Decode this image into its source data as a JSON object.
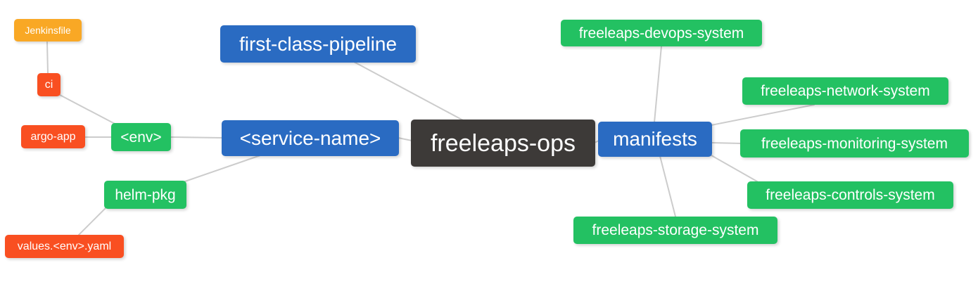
{
  "diagram": {
    "type": "mindmap",
    "root": "freeleaps-ops",
    "background": "#ffffff",
    "edge_color": "#cccccc"
  },
  "colors": {
    "root_dark": "#3d3a38",
    "branch_blue": "#2a6bc2",
    "leaf_green": "#23c162",
    "leaf_red": "#f94f21",
    "leaf_amber": "#f9a825",
    "text": "#ffffff"
  },
  "nodes": {
    "freeleaps_ops": {
      "label": "freeleaps-ops",
      "color": "#3d3a38"
    },
    "first_class_pipeline": {
      "label": "first-class-pipeline",
      "color": "#2a6bc2"
    },
    "service_name": {
      "label": "<service-name>",
      "color": "#2a6bc2"
    },
    "manifests": {
      "label": "manifests",
      "color": "#2a6bc2"
    },
    "env": {
      "label": "<env>",
      "color": "#23c162"
    },
    "helm_pkg": {
      "label": "helm-pkg",
      "color": "#23c162"
    },
    "ci": {
      "label": "ci",
      "color": "#f94f21"
    },
    "argo_app": {
      "label": "argo-app",
      "color": "#f94f21"
    },
    "jenkinsfile": {
      "label": "Jenkinsfile",
      "color": "#f9a825"
    },
    "values_env_yaml": {
      "label": "values.<env>.yaml",
      "color": "#f94f21"
    },
    "devops_system": {
      "label": "freeleaps-devops-system",
      "color": "#23c162"
    },
    "network_system": {
      "label": "freeleaps-network-system",
      "color": "#23c162"
    },
    "monitoring_system": {
      "label": "freeleaps-monitoring-system",
      "color": "#23c162"
    },
    "controls_system": {
      "label": "freeleaps-controls-system",
      "color": "#23c162"
    },
    "storage_system": {
      "label": "freeleaps-storage-system",
      "color": "#23c162"
    }
  },
  "edges": [
    {
      "from": "freeleaps_ops",
      "to": "first_class_pipeline"
    },
    {
      "from": "freeleaps_ops",
      "to": "service_name"
    },
    {
      "from": "freeleaps_ops",
      "to": "manifests"
    },
    {
      "from": "service_name",
      "to": "env"
    },
    {
      "from": "service_name",
      "to": "helm_pkg"
    },
    {
      "from": "env",
      "to": "ci"
    },
    {
      "from": "env",
      "to": "argo_app"
    },
    {
      "from": "ci",
      "to": "jenkinsfile"
    },
    {
      "from": "helm_pkg",
      "to": "values_env_yaml"
    },
    {
      "from": "manifests",
      "to": "devops_system"
    },
    {
      "from": "manifests",
      "to": "network_system"
    },
    {
      "from": "manifests",
      "to": "monitoring_system"
    },
    {
      "from": "manifests",
      "to": "controls_system"
    },
    {
      "from": "manifests",
      "to": "storage_system"
    }
  ]
}
